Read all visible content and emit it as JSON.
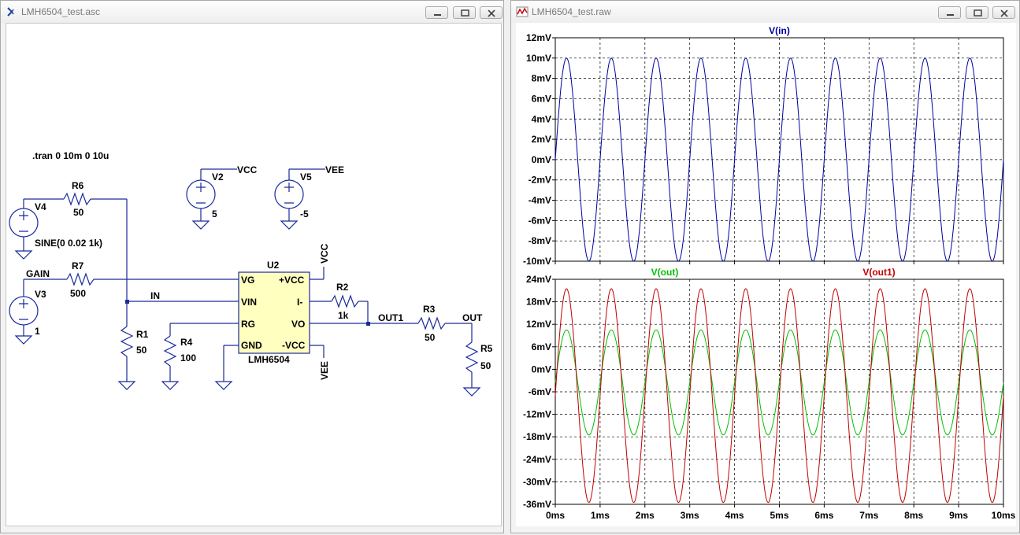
{
  "schematic_window": {
    "title": "LMH6504_test.asc",
    "directive": ".tran 0 10m 0 10u",
    "components": {
      "V4": {
        "name": "V4",
        "value": "SINE(0 0.02 1k)"
      },
      "R6": {
        "name": "R6",
        "value": "50"
      },
      "R7": {
        "name": "R7",
        "value": "500"
      },
      "V3": {
        "name": "V3",
        "value": "1"
      },
      "R1": {
        "name": "R1",
        "value": "50"
      },
      "R4": {
        "name": "R4",
        "value": "100"
      },
      "V2": {
        "name": "V2",
        "value": "5"
      },
      "V5": {
        "name": "V5",
        "value": "-5"
      },
      "R2": {
        "name": "R2",
        "value": "1k"
      },
      "R3": {
        "name": "R3",
        "value": "50"
      },
      "R5": {
        "name": "R5",
        "value": "50"
      },
      "U2": {
        "name": "U2",
        "part": "LMH6504"
      }
    },
    "ic_pins": {
      "vg": "VG",
      "vin": "VIN",
      "rg": "RG",
      "gnd": "GND",
      "pvcc": "+VCC",
      "iminus": "I-",
      "vo": "VO",
      "nvcc": "-VCC"
    },
    "nets": {
      "gain": "GAIN",
      "in": "IN",
      "out1": "OUT1",
      "out": "OUT",
      "vcc": "VCC",
      "vee": "VEE",
      "vcc_pin": "VCC",
      "vee_pin": "VEE"
    }
  },
  "waveform_window": {
    "title": "LMH6504_test.raw",
    "colors": {
      "vin": "#0000a0",
      "vout": "#00c000",
      "vout1": "#c00000",
      "grid": "#000000"
    },
    "chart_data": [
      {
        "type": "line",
        "series": [
          {
            "name": "V(in)",
            "frequency_hz": 1000,
            "amplitude": 10,
            "unit": "mV"
          }
        ],
        "x": {
          "ticks": [
            "0ms",
            "1ms",
            "2ms",
            "3ms",
            "4ms",
            "5ms",
            "6ms",
            "7ms",
            "8ms",
            "9ms",
            "10ms"
          ],
          "range_ms": [
            0,
            10
          ]
        },
        "ylim": [
          -10,
          12
        ],
        "y_ticks": [
          "12mV",
          "10mV",
          "8mV",
          "6mV",
          "4mV",
          "2mV",
          "0mV",
          "-2mV",
          "-4mV",
          "-6mV",
          "-8mV",
          "-10mV"
        ],
        "grid": true
      },
      {
        "type": "line",
        "series": [
          {
            "name": "V(out)",
            "frequency_hz": 1000,
            "amplitude": 14,
            "offset": -3.5,
            "unit": "mV"
          },
          {
            "name": "V(out1)",
            "frequency_hz": 1000,
            "amplitude": 28.5,
            "offset": -7,
            "unit": "mV"
          }
        ],
        "x": {
          "ticks": [
            "0ms",
            "1ms",
            "2ms",
            "3ms",
            "4ms",
            "5ms",
            "6ms",
            "7ms",
            "8ms",
            "9ms",
            "10ms"
          ],
          "range_ms": [
            0,
            10
          ]
        },
        "ylim": [
          -36,
          24
        ],
        "y_ticks": [
          "24mV",
          "18mV",
          "12mV",
          "6mV",
          "0mV",
          "-6mV",
          "-12mV",
          "-18mV",
          "-24mV",
          "-30mV",
          "-36mV"
        ],
        "grid": true
      }
    ]
  }
}
